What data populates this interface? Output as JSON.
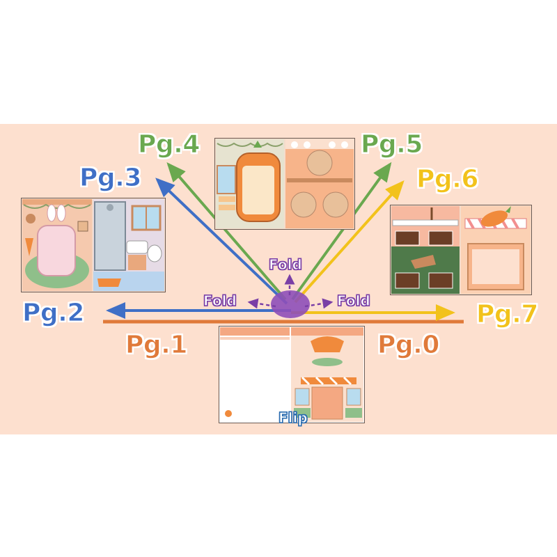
{
  "pages": {
    "pg0": "Pg.0",
    "pg1": "Pg.1",
    "pg2": "Pg.2",
    "pg3": "Pg.3",
    "pg4": "Pg.4",
    "pg5": "Pg.5",
    "pg6": "Pg.6",
    "pg7": "Pg.7"
  },
  "annotations": {
    "fold": "Fold",
    "flip": "Flip"
  },
  "colors": {
    "background": "#fde0cf",
    "pg0": "#e07a3a",
    "pg1": "#e07a3a",
    "pg2": "#3f6fc6",
    "pg3": "#3f6fc6",
    "pg4": "#6aa84f",
    "pg5": "#6aa84f",
    "pg6": "#f2c21b",
    "pg7": "#f2c21b",
    "fold": "#7a3fa6",
    "flip": "#2b6cb0"
  },
  "icons": {
    "fold_point": "purple-oval-icon",
    "flip_arrows": "dashed-arrow-icon"
  }
}
